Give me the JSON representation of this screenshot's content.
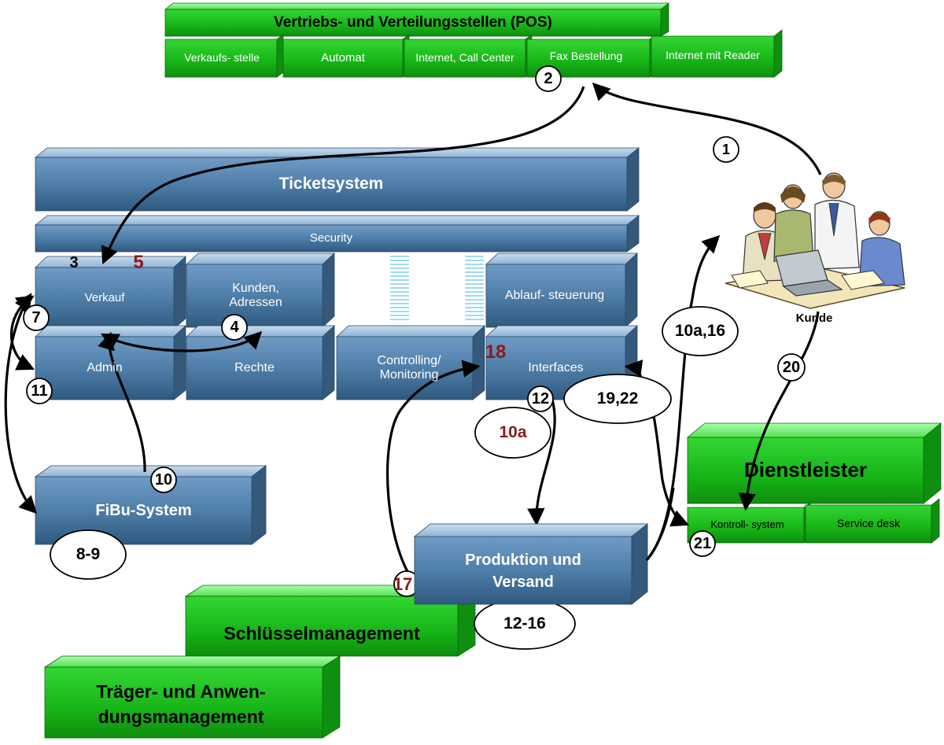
{
  "pos": {
    "title": "Vertriebs- und Verteilungsstellen (POS)",
    "channels": [
      "Verkaufs- stelle",
      "Automat",
      "Internet, Call Center",
      "Fax Bestellung",
      "Internet mit Reader"
    ]
  },
  "ticketsystem": {
    "title": "Ticketsystem",
    "security": "Security",
    "modules": {
      "verkauf": "Verkauf",
      "kunden": "Kunden, Adressen",
      "ablauf": "Ablauf- steuerung",
      "admin": "Admin",
      "rechte": "Rechte",
      "controlling": "Controlling/ Monitoring",
      "interfaces": "Interfaces"
    }
  },
  "fibu": "FiBu-System",
  "produktion": "Produktion und Versand",
  "schluessel": "Schlüsselmanagement",
  "traeger": "Träger- und Anwen- dungsmanagement",
  "dienstleister": {
    "title": "Dienstleister",
    "kontroll": "Kontroll- system",
    "servicedesk": "Service desk"
  },
  "kunde": "Kunde",
  "markers": {
    "m1": "1",
    "m2": "2",
    "m3": "3",
    "m4": "4",
    "m5": "5",
    "m7": "7",
    "m8_9": "8-9",
    "m10": "10",
    "m10a": "10a",
    "m10a16": "10a,16",
    "m11": "11",
    "m12": "12",
    "m12_16": "12-16",
    "m17": "17",
    "m18": "18",
    "m19_22": "19,22",
    "m20": "20",
    "m21": "21"
  },
  "colors": {
    "green_front": "#22c222",
    "green_top": "#66ee66",
    "green_side": "#119911",
    "blue_front": "#4f7ea8",
    "blue_top": "#9ec0dc",
    "blue_side": "#35597a",
    "marker_red": "#8b1a1a"
  }
}
